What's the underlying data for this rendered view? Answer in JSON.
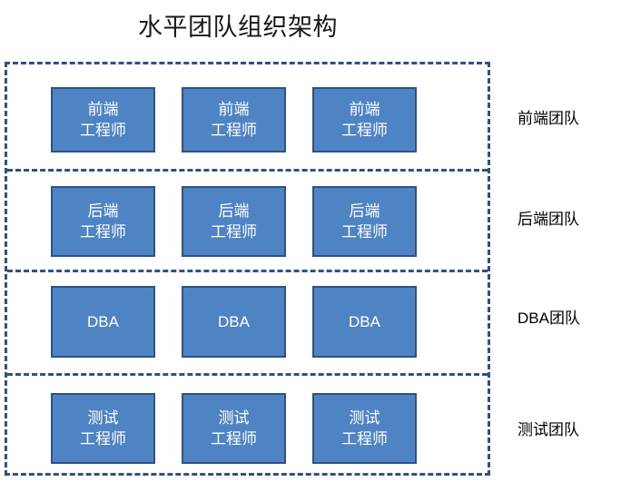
{
  "title": "水平团队组织架构",
  "colors": {
    "box_fill": "#4F84C4",
    "box_border": "#2E5288",
    "container_border": "#2E5288",
    "box_text": "#FFFFFF",
    "label_text": "#000000",
    "title_text": "#1A1A1A",
    "background": "#FFFFFF"
  },
  "lanes": [
    {
      "label": "前端团队",
      "boxes": [
        {
          "line1": "前端",
          "line2": "工程师"
        },
        {
          "line1": "前端",
          "line2": "工程师"
        },
        {
          "line1": "前端",
          "line2": "工程师"
        }
      ]
    },
    {
      "label": "后端团队",
      "boxes": [
        {
          "line1": "后端",
          "line2": "工程师"
        },
        {
          "line1": "后端",
          "line2": "工程师"
        },
        {
          "line1": "后端",
          "line2": "工程师"
        }
      ]
    },
    {
      "label": "DBA团队",
      "boxes": [
        {
          "line1": "DBA",
          "line2": ""
        },
        {
          "line1": "DBA",
          "line2": ""
        },
        {
          "line1": "DBA",
          "line2": ""
        }
      ]
    },
    {
      "label": "测试团队",
      "boxes": [
        {
          "line1": "测试",
          "line2": "工程师"
        },
        {
          "line1": "测试",
          "line2": "工程师"
        },
        {
          "line1": "测试",
          "line2": "工程师"
        }
      ]
    }
  ]
}
